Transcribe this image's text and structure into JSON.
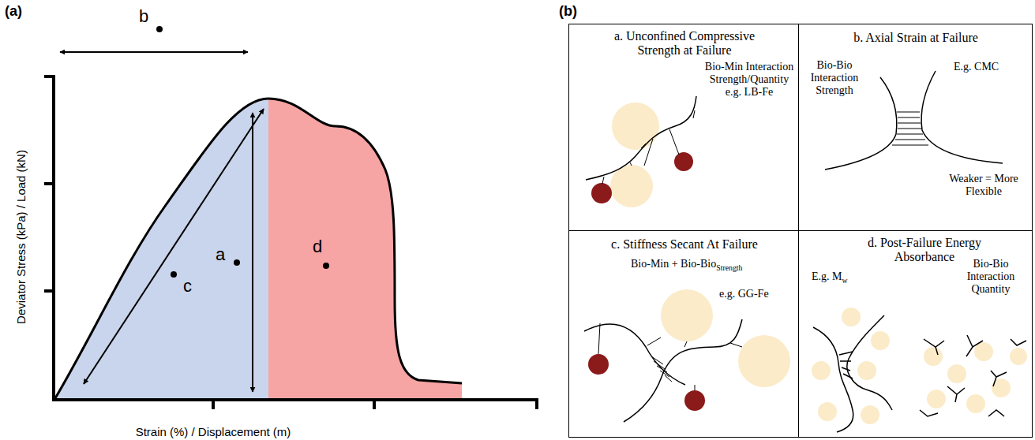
{
  "diagram": {
    "nodes": [
      {
        "text": [
          "a. Unconfined Compressive Strength at Failure",
          "Bio-Min Interaction Strength/Quantity e.g. LB-Fe"
        ]
      },
      {
        "text": [
          "b. Axial Strain at Failure",
          "Bio-Bio Interaction Strength",
          "E.g. CMC",
          "Weaker = More Flexible"
        ]
      },
      {
        "text": [
          "c. Stiffness Secant At Failure",
          "Bio-Min + Bio-Bio",
          "Strength",
          "e.g. GG-Fe"
        ]
      },
      {
        "text": [
          "d. Post-Failure Energy Absorbance",
          "E.g. M",
          "w",
          "Bio-Bio Interaction Quantity"
        ]
      }
    ],
    "labels": [
      "(a)",
      "b",
      "a",
      "c",
      "d",
      "Deviator Stress (kPa) / Load (kN)",
      "Strain (%) / Displacement (m)",
      "(b)"
    ]
  }
}
